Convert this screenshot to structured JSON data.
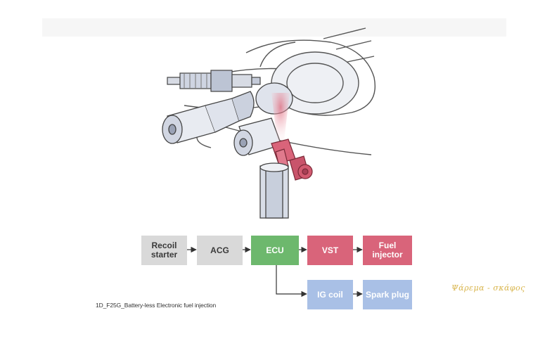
{
  "blocks": {
    "recoil_starter": "Recoil\nstarter",
    "acg": "ACG",
    "ecu": "ECU",
    "vst": "VST",
    "fuel_injector": "Fuel injector",
    "ig_coil": "IG coil",
    "spark_plug": "Spark plug"
  },
  "caption": "1D_F25G_Battery-less Electronic fuel injection",
  "watermark": "Ψάρεμα - σκάφος",
  "colors": {
    "source_block": "#d9d9d9",
    "ecu_block": "#6db86d",
    "fuel_path_block": "#d9647a",
    "ignition_path_block": "#a9c0e6",
    "injector_highlight": "#d9647a"
  }
}
